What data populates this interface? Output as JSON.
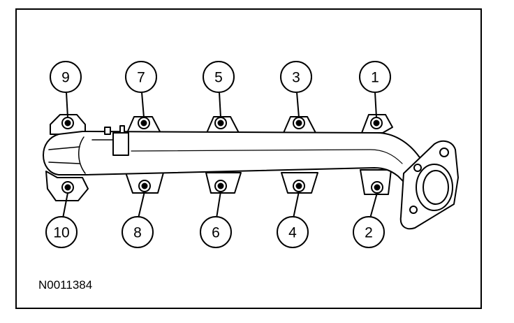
{
  "figure_id": "N0011384",
  "callouts": [
    "1",
    "2",
    "3",
    "4",
    "5",
    "6",
    "7",
    "8",
    "9",
    "10"
  ]
}
